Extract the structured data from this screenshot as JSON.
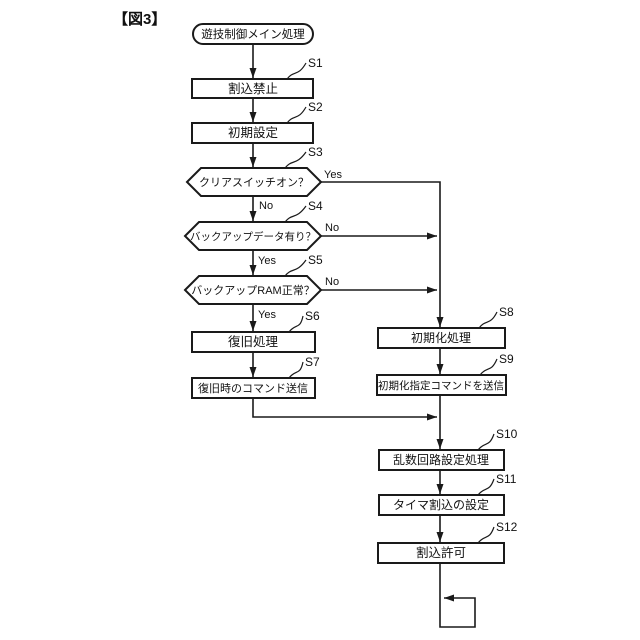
{
  "figure": {
    "label": "【図3】"
  },
  "nodes": {
    "start": {
      "text": "遊技制御メイン処理",
      "type": "terminal"
    },
    "s1": {
      "step": "S1",
      "text": "割込禁止",
      "type": "process"
    },
    "s2": {
      "step": "S2",
      "text": "初期設定",
      "type": "process"
    },
    "s3": {
      "step": "S3",
      "text": "クリアスイッチオン？",
      "type": "decision"
    },
    "s4": {
      "step": "S4",
      "text": "バックアップデータ有り？",
      "type": "decision"
    },
    "s5": {
      "step": "S5",
      "text": "バックアップRAM正常？",
      "type": "decision"
    },
    "s6": {
      "step": "S6",
      "text": "復旧処理",
      "type": "process"
    },
    "s7": {
      "step": "S7",
      "text": "復旧時のコマンド送信",
      "type": "process"
    },
    "s8": {
      "step": "S8",
      "text": "初期化処理",
      "type": "process"
    },
    "s9": {
      "step": "S9",
      "text": "初期化指定コマンドを送信",
      "type": "process"
    },
    "s10": {
      "step": "S10",
      "text": "乱数回路設定処理",
      "type": "process"
    },
    "s11": {
      "step": "S11",
      "text": "タイマ割込の設定",
      "type": "process"
    },
    "s12": {
      "step": "S12",
      "text": "割込許可",
      "type": "process"
    }
  },
  "branch_labels": {
    "s3_yes": "Yes",
    "s3_no": "No",
    "s4_no": "No",
    "s4_yes": "Yes",
    "s5_no": "No",
    "s5_yes": "Yes"
  },
  "edges": [
    {
      "from": "start",
      "to": "S1"
    },
    {
      "from": "S1",
      "to": "S2"
    },
    {
      "from": "S2",
      "to": "S3"
    },
    {
      "from": "S3",
      "to": "S8",
      "label": "Yes"
    },
    {
      "from": "S3",
      "to": "S4",
      "label": "No"
    },
    {
      "from": "S4",
      "to": "S8",
      "label": "No"
    },
    {
      "from": "S4",
      "to": "S5",
      "label": "Yes"
    },
    {
      "from": "S5",
      "to": "S8",
      "label": "No"
    },
    {
      "from": "S5",
      "to": "S6",
      "label": "Yes"
    },
    {
      "from": "S6",
      "to": "S7"
    },
    {
      "from": "S7",
      "to": "S10"
    },
    {
      "from": "S8",
      "to": "S9"
    },
    {
      "from": "S9",
      "to": "S10"
    },
    {
      "from": "S10",
      "to": "S11"
    },
    {
      "from": "S11",
      "to": "S12"
    },
    {
      "from": "S12",
      "to": "endless-loop"
    }
  ],
  "colors": {
    "line": "#1a1a1a",
    "bg": "#ffffff",
    "node_fill": "#ffffff",
    "text": "#111111"
  }
}
